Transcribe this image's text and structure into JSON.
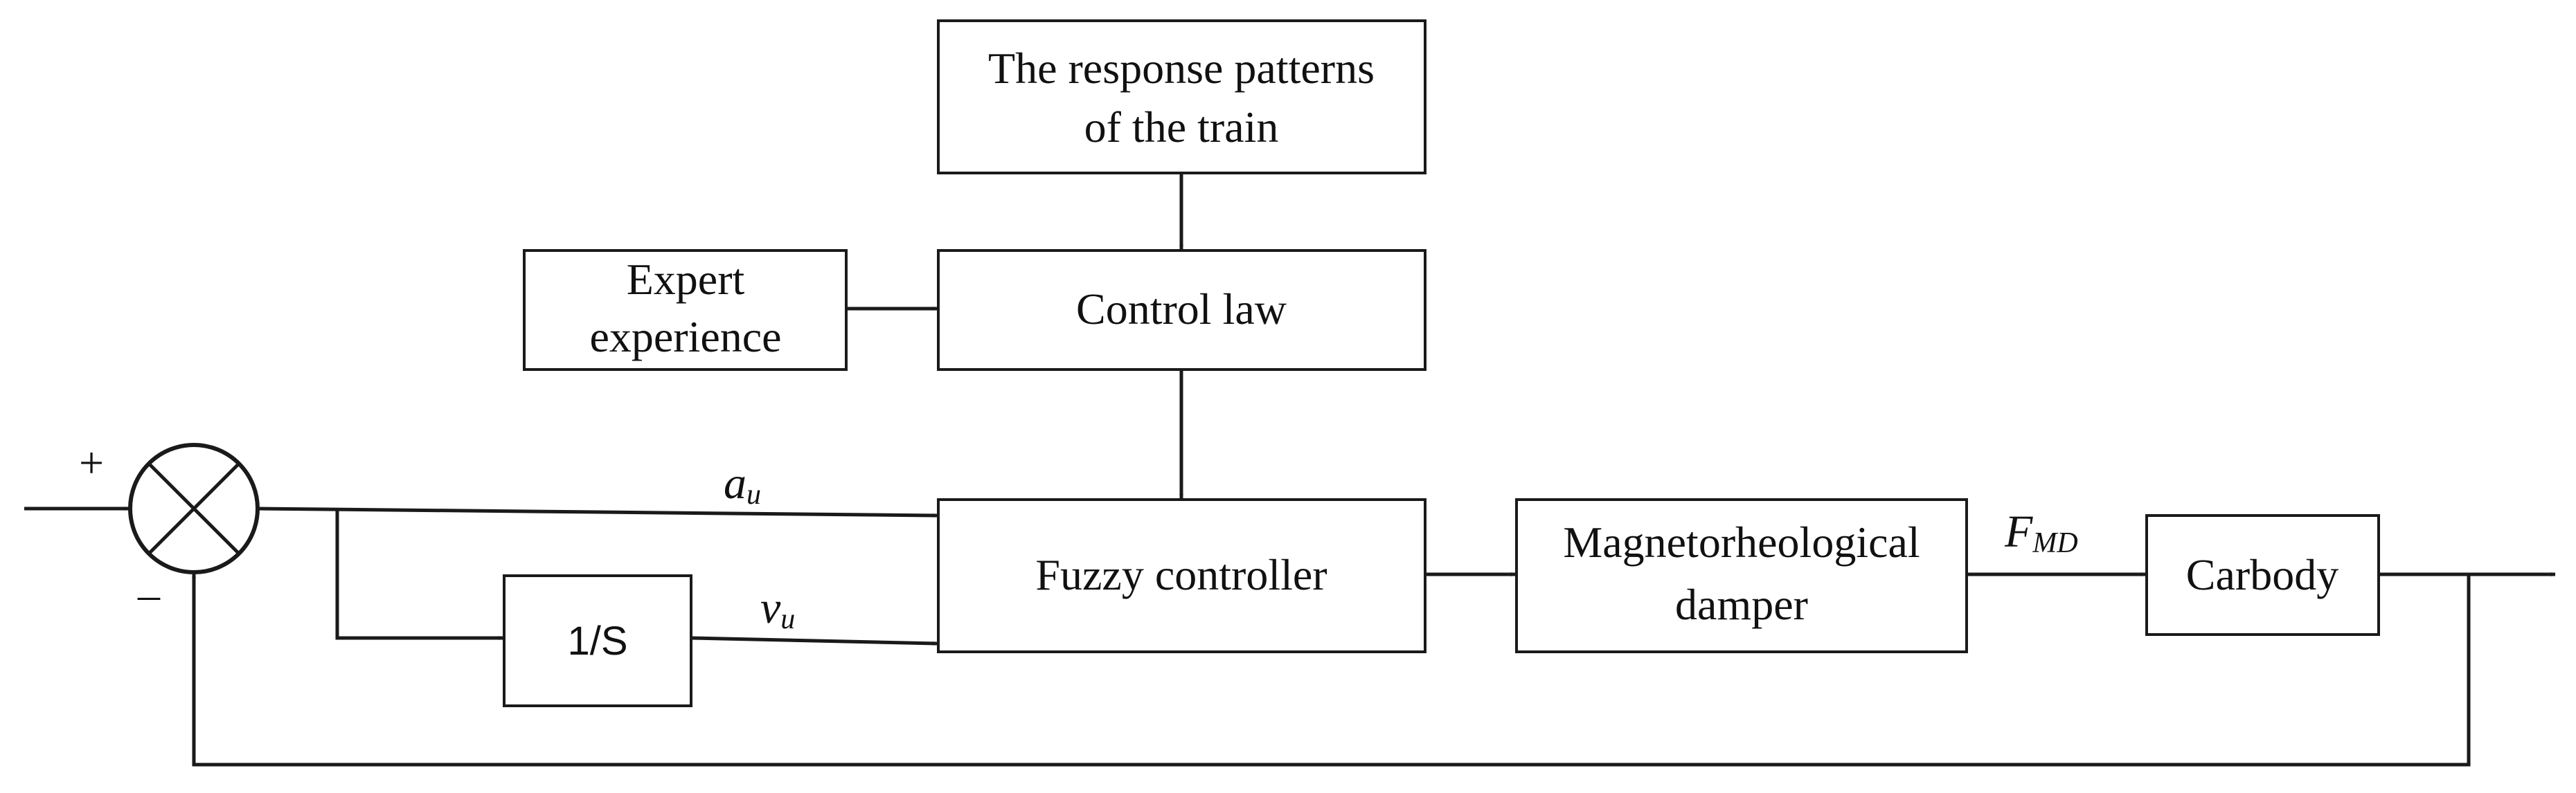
{
  "blocks": {
    "response_patterns": [
      "The response patterns",
      "of the train"
    ],
    "expert_experience": [
      "Expert",
      "experience"
    ],
    "control_law": "Control law",
    "fuzzy_controller": "Fuzzy controller",
    "integrator": "1/S",
    "mr_damper": [
      "Magnetorheological",
      "damper"
    ],
    "carbody": "Carbody"
  },
  "signals": {
    "a_main": "a",
    "a_sub": "u",
    "v_main": "v",
    "v_sub": "u",
    "f_main": "F",
    "f_sub": "MD"
  },
  "summing_signs": {
    "plus": "+",
    "minus": "–"
  }
}
